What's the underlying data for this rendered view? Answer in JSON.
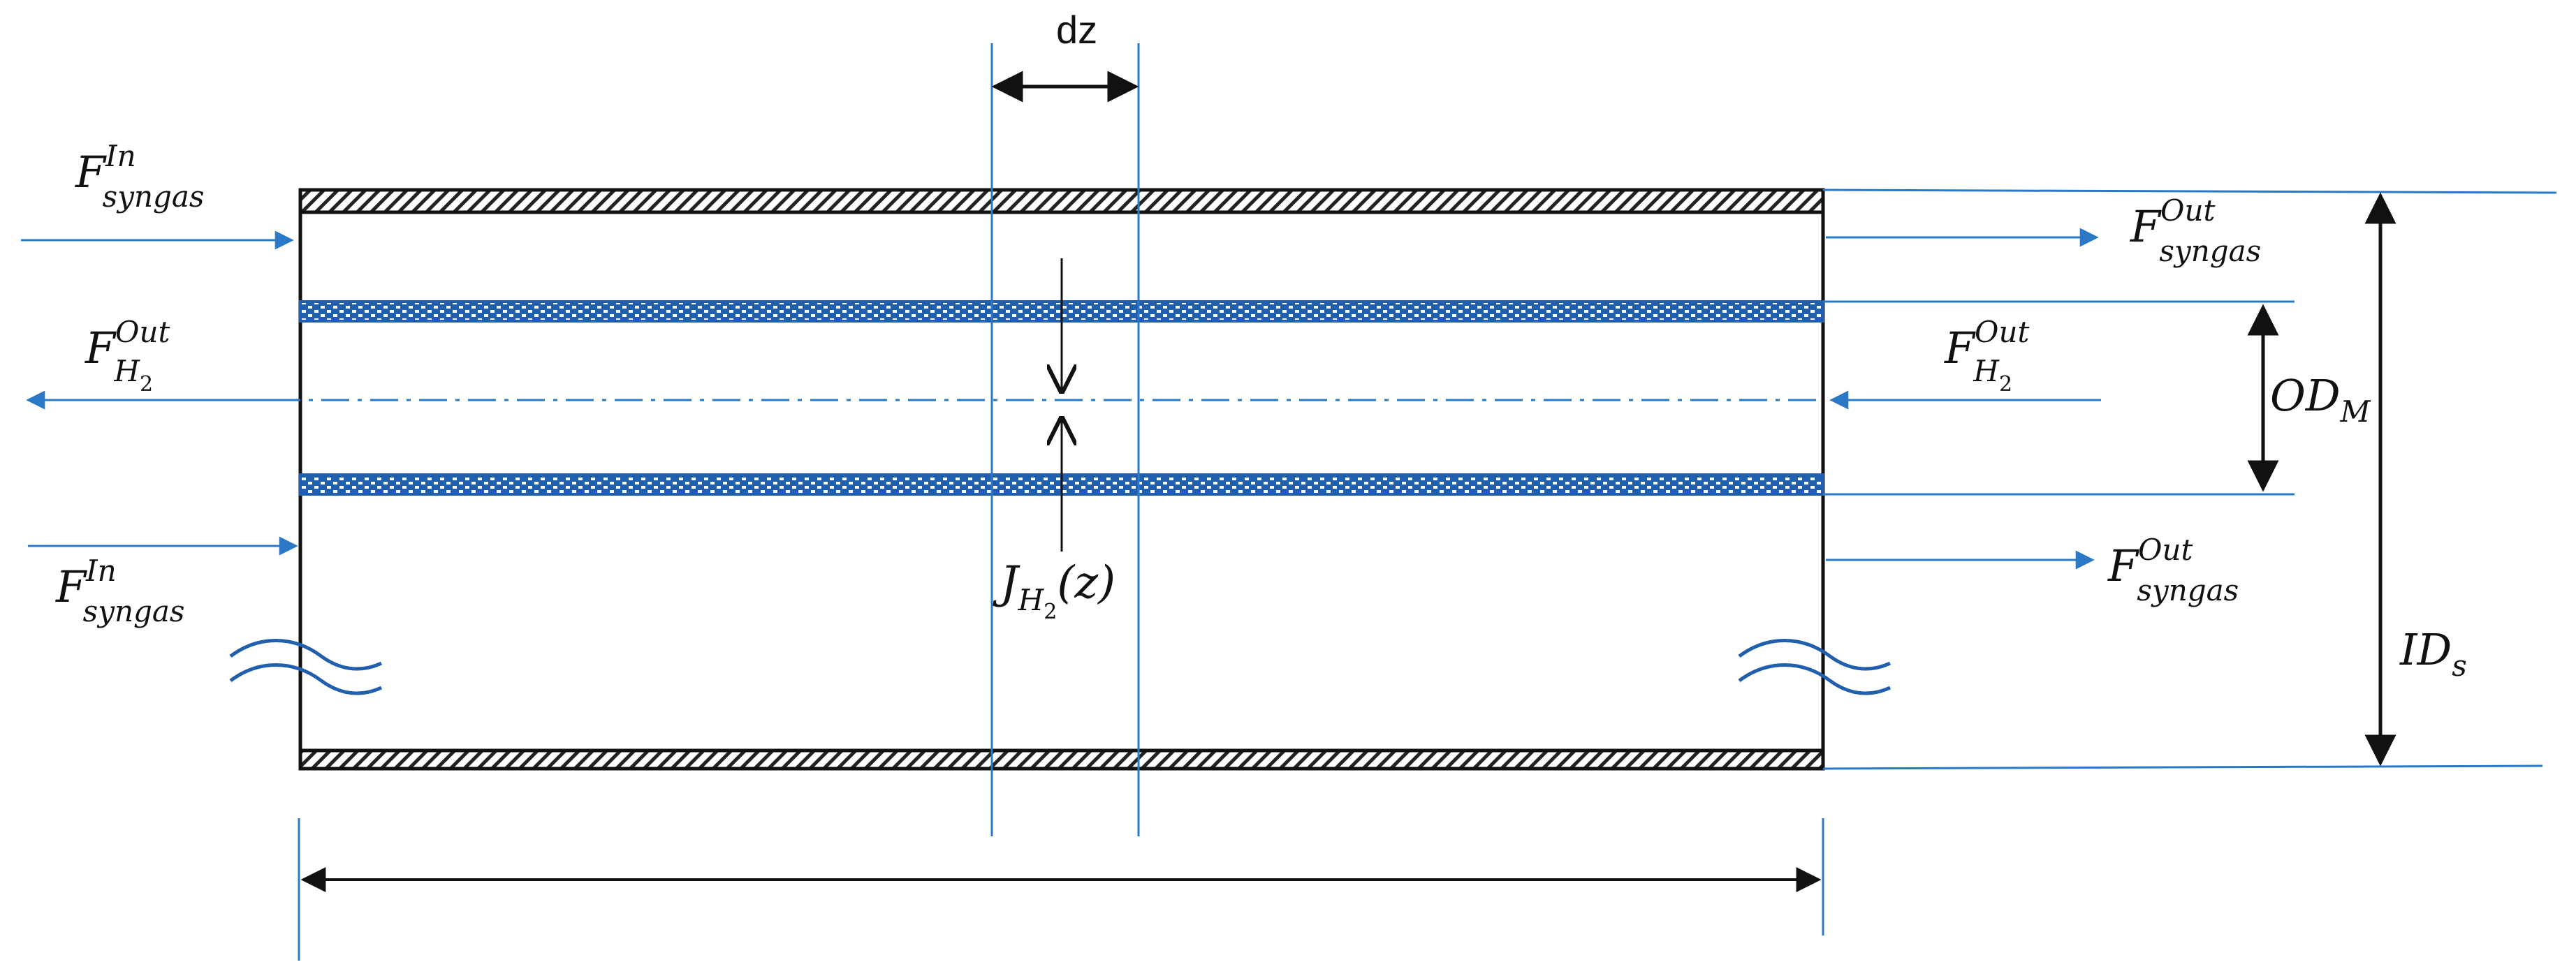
{
  "colors": {
    "blue": "#2b78c7",
    "membrane": "#1f5fae",
    "black": "#111111",
    "wall": "#222222"
  },
  "labels": {
    "dz": "dz",
    "f_syngas_in_top": {
      "base": "F",
      "sup": "In",
      "sub": "syngas"
    },
    "f_syngas_in_bottom": {
      "base": "F",
      "sup": "In",
      "sub": "syngas"
    },
    "f_syngas_out_top": {
      "base": "F",
      "sup": "Out",
      "sub": "syngas"
    },
    "f_syngas_out_bottom": {
      "base": "F",
      "sup": "Out",
      "sub": "syngas"
    },
    "f_h2_out_left": {
      "base": "F",
      "sup": "Out",
      "sub": "H",
      "subsub": "2"
    },
    "f_h2_out_right": {
      "base": "F",
      "sup": "Out",
      "sub": "H",
      "subsub": "2"
    },
    "j_h2": {
      "base": "J",
      "sub": "H",
      "subsub": "2",
      "arg": "(z)"
    },
    "od_m": {
      "base": "OD",
      "sub": "M"
    },
    "id_s": {
      "base": "ID",
      "sub": "s"
    }
  }
}
